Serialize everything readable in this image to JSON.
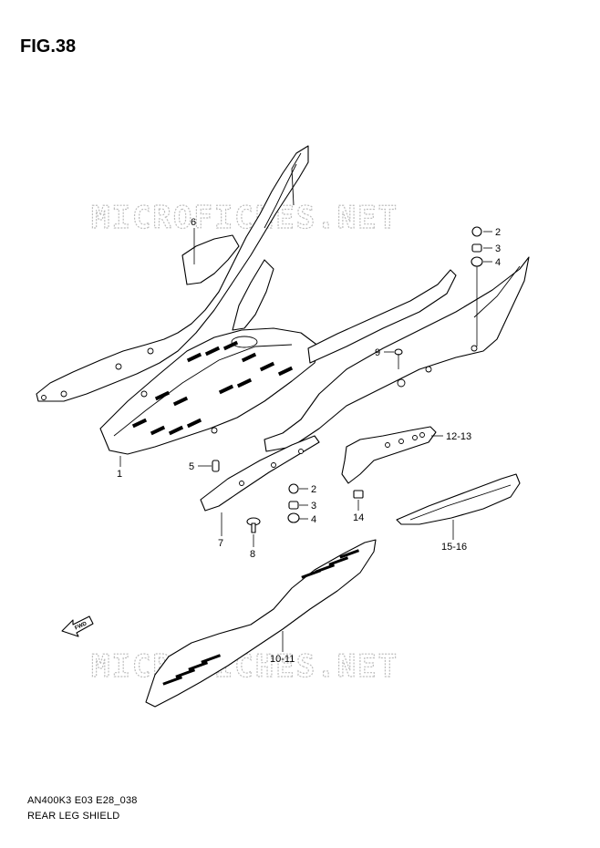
{
  "figure": {
    "title": "FIG.38",
    "code": "AN400K3 E03 E28_038",
    "name": "REAR LEG SHIELD",
    "watermark": "MICROFICHES.NET"
  },
  "icons": {
    "direction": "fwd-arrow-icon",
    "direction_label": "FWD"
  },
  "callouts": [
    {
      "id": "c6",
      "label": "6"
    },
    {
      "id": "c2a",
      "label": "2"
    },
    {
      "id": "c3a",
      "label": "3"
    },
    {
      "id": "c4a",
      "label": "4"
    },
    {
      "id": "c9",
      "label": "9"
    },
    {
      "id": "c12",
      "label": "12-13"
    },
    {
      "id": "c1",
      "label": "1"
    },
    {
      "id": "c5",
      "label": "5"
    },
    {
      "id": "c2b",
      "label": "2"
    },
    {
      "id": "c3b",
      "label": "3"
    },
    {
      "id": "c4b",
      "label": "4"
    },
    {
      "id": "c14",
      "label": "14"
    },
    {
      "id": "c7",
      "label": "7"
    },
    {
      "id": "c8",
      "label": "8"
    },
    {
      "id": "c15",
      "label": "15-16"
    },
    {
      "id": "c10",
      "label": "10-11"
    }
  ]
}
